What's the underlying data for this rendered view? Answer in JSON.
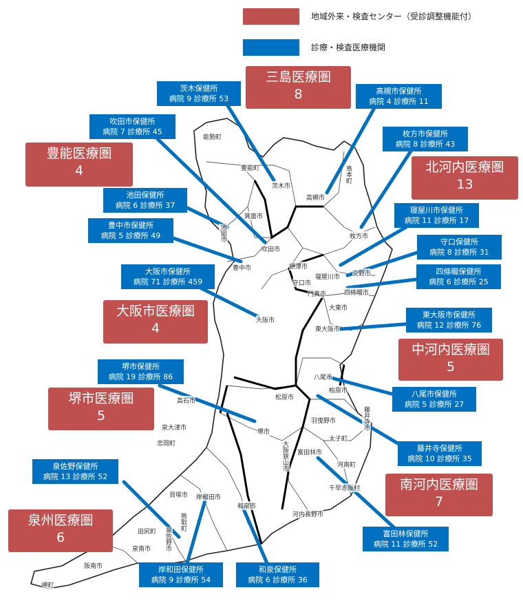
{
  "legend": [
    {
      "label": "地域外来・検査センター（受診調整機能付）",
      "color": "#c0504d"
    },
    {
      "label": "診療・検査医療機関",
      "color": "#0070c0"
    }
  ],
  "regions": [
    {
      "name": "三島医療圏",
      "count": "8"
    },
    {
      "name": "豊能医療圏",
      "count": "4"
    },
    {
      "name": "北河内医療圏",
      "count": "13"
    },
    {
      "name": "大阪市医療圏",
      "count": "4"
    },
    {
      "name": "中河内医療圏",
      "count": "5"
    },
    {
      "name": "堺市医療圏",
      "count": "5"
    },
    {
      "name": "南河内医療圏",
      "count": "7"
    },
    {
      "name": "泉州医療圏",
      "count": "6"
    }
  ],
  "centers": [
    {
      "name": "茨木保健所",
      "detail": "病院 9  診療所 53"
    },
    {
      "name": "高槻市保健所",
      "detail": "病院 4  診療所 11"
    },
    {
      "name": "吹田市保健所",
      "detail": "病院 7  診療所 45"
    },
    {
      "name": "枚方市保健所",
      "detail": "病院 8  診療所 43"
    },
    {
      "name": "池田保健所",
      "detail": "病院 6  診療所 37"
    },
    {
      "name": "寝屋川市保健所",
      "detail": "病院 11  診療所 17"
    },
    {
      "name": "豊中市保健所",
      "detail": "病院 5  診療所 49"
    },
    {
      "name": "守口保健所",
      "detail": "病院 8  診療所 31"
    },
    {
      "name": "大阪市保健所",
      "detail": "病院 71  診療所 459"
    },
    {
      "name": "四條畷保健所",
      "detail": "病院 6  診療所 25"
    },
    {
      "name": "東大阪市保健所",
      "detail": "病院 12  診療所 76"
    },
    {
      "name": "堺市保健所",
      "detail": "病院 19  診療所 86"
    },
    {
      "name": "八尾市保健所",
      "detail": "病院 5  診療所 27"
    },
    {
      "name": "藤井寺保健所",
      "detail": "病院 10  診療所 35"
    },
    {
      "name": "泉佐野保健所",
      "detail": "病院 13  診療所 52"
    },
    {
      "name": "富田林保健所",
      "detail": "病院 11  診療所 52"
    },
    {
      "name": "岸和田保健所",
      "detail": "病院 9  診療所 54"
    },
    {
      "name": "和泉保健所",
      "detail": "病院 6  診療所 36"
    }
  ],
  "cities": [
    "能勢町",
    "豊能町",
    "箕面市",
    "池田市",
    "吹田市",
    "豊中市",
    "茨木市",
    "摂津市",
    "高槻市",
    "島本町",
    "枚方市",
    "寝屋川市",
    "守口市",
    "門真市",
    "交野市",
    "四條畷市",
    "大東市",
    "東大阪市",
    "大阪市",
    "八尾市",
    "松原市",
    "柏原市",
    "羽曳野市",
    "藤井寺市",
    "太子町",
    "堺市",
    "高石市",
    "泉大津市",
    "大阪狭山市",
    "富田林市",
    "河南町",
    "千早赤阪村",
    "忠岡町",
    "和泉市",
    "岸和田市",
    "貝塚市",
    "熊取町",
    "泉佐野市",
    "田尻町",
    "泉南市",
    "阪南市",
    "岬町",
    "河内長野市"
  ]
}
